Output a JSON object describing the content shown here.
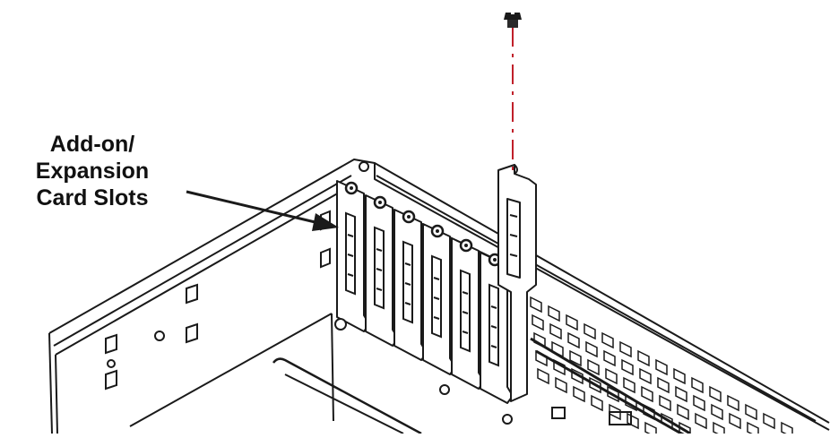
{
  "callout": {
    "lines": [
      "Add-on/",
      "Expansion",
      "Card Slots"
    ]
  },
  "colors": {
    "line": "#1a1a1a",
    "guide": "#c0202a",
    "background": "#ffffff"
  },
  "diagram": {
    "occupied_slot_count": 6,
    "bracket_being_installed": 1,
    "icons": [
      "screw-icon",
      "pointer-arrow-icon",
      "pcie-bracket-icon",
      "chassis-icon"
    ]
  }
}
